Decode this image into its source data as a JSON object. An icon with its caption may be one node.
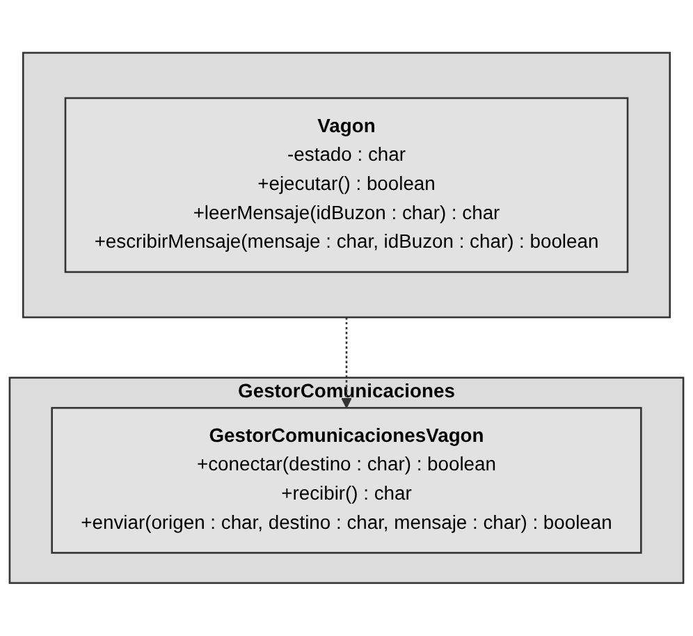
{
  "diagram": {
    "nodes": [
      {
        "text": [],
        "shape": "box"
      },
      {
        "text": [
          "Vagon",
          "-estado : char",
          "+ejecutar() : boolean",
          "+leerMensaje(idBuzon : char) : char",
          "+escribirMensaje(mensaje : char, idBuzon : char) : boolean"
        ],
        "in": 0
      },
      {
        "text": [
          "GestorComunicaciones"
        ]
      },
      {
        "text": [
          "GestorComunicacionesVagon",
          "+conectar(destino : char) : boolean",
          "+recibir() : char",
          "+enviar(origen : char, destino : char, mensaje : char) : boolean"
        ],
        "in": 2
      }
    ],
    "edges": [
      {
        "from": 0,
        "to": 3,
        "arrow": "to",
        "style": "dashed"
      }
    ]
  }
}
